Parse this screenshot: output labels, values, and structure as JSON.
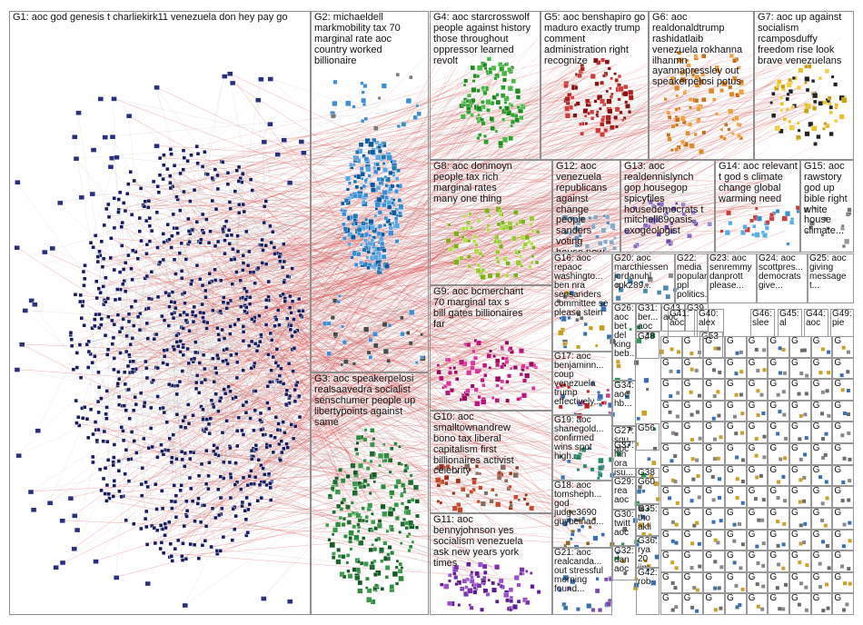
{
  "groups": [
    {
      "id": "G1",
      "label": "G1: aoc god genesis t charliekirk11 venezuela don hey pay go",
      "color": "#1b1f6b"
    },
    {
      "id": "G2",
      "label": "G2: michaeldell\nmarkmobility tax 70\nmarginal rate aoc\ncountry worked\nbillionaire",
      "color": "#2c7fc4"
    },
    {
      "id": "G3",
      "label": "G3: aoc speakerpelosi\nrealsaavedra socialist\nsenschumer people up\nlibertypoints against\nsame",
      "color": "#1f6b2e"
    },
    {
      "id": "G4",
      "label": "G4: aoc starcrosswolf\npeople against history\nthose throughout\noppressor learned\nrevolt",
      "color": "#2fa02f"
    },
    {
      "id": "G5",
      "label": "G5: aoc benshapiro go\nmaduro exactly trump\ncomment\nadministration right\nrecognize",
      "color": "#b01e1e"
    },
    {
      "id": "G6",
      "label": "G6: aoc\nrealdonaldtrump\nrashidatlaib\nvenezuela rokhanna\nilhanmn\nayannapressley out\nspeakerpelosi potus",
      "color": "#e08a2a"
    },
    {
      "id": "G7",
      "label": "G7: aoc up against\nsocialism\nrcamposduffy\nfreedom rise look\nbrave venezuelans",
      "color": "#e8c21f"
    },
    {
      "id": "G8",
      "label": "G8: aoc donmoyn\npeople tax rich\nmarginal rates\nmany one thing",
      "color": "#9bc92f"
    },
    {
      "id": "G9",
      "label": "G9: aoc bcmerchant\n70 marginal tax s\nbill gates billionaires\nfar",
      "color": "#c0157c"
    },
    {
      "id": "G10",
      "label": "G10: aoc\nsmalltownandrew\nbono tax liberal\ncapitalism first\nbillionaires activist\ncelebrity",
      "color": "#d42a2a"
    },
    {
      "id": "G11",
      "label": "G11: aoc\nbennyjohnson yes\nsocialism venezuela\nask new years york\ntimes",
      "color": "#7b2fb5"
    },
    {
      "id": "G12",
      "label": "G12: aoc\nvenezuela\nrepublicans against\nchange people\nsanders voting\nhouse now",
      "color": "#6b8fb0"
    },
    {
      "id": "G13",
      "label": "G13: aoc\nrealdennislynch\ngop housegop\nspicyfiles\nhousedemocrats t\nmitchell89oasis\nexogeologist",
      "color": "#8a6bc4"
    },
    {
      "id": "G14",
      "label": "G14: aoc relevant\nt god s climate\nchange global\nwarming need",
      "color": "#3a8fd4"
    },
    {
      "id": "G15",
      "label": "G15: aoc\nrawstory\ngod up\nbible right\nwhite\nhouse\nclimate...",
      "color": "#777777"
    }
  ],
  "mini_groups": [
    {
      "id": "G16",
      "label": "G16: aoc\nrepaoc\nwashingto...\nben nra\nsensanders\ncommittee se\nplease stein"
    },
    {
      "id": "G20",
      "label": "G20: aoc\nmarcthiessen\njordanuhl\ncpk289..."
    },
    {
      "id": "G22",
      "label": "G22:\nmedia\npopular ppl\npolitics..."
    },
    {
      "id": "G23",
      "label": "G23: aoc\nsenremmy\ndanprott\nplease..."
    },
    {
      "id": "G24",
      "label": "G24: aoc\nscottpres...\ndemocrats\ngive..."
    },
    {
      "id": "G25",
      "label": "G25: aoc\ngiving\nmessage\nt..."
    },
    {
      "id": "G17",
      "label": "G17: aoc\nbenjaminn...\ncoup\nvenezuela\ntrump\neffectively..."
    },
    {
      "id": "G19",
      "label": "G19: aoc\nshanegold...\nconfirmed\nwins spot\nhigh..."
    },
    {
      "id": "G18",
      "label": "G18: aoc\ntomsheph...\ngod\njudge3690\nguybeinad..."
    },
    {
      "id": "G21",
      "label": "G21: aoc\nrealcanda...\nout stressful\nmorning\nfound..."
    },
    {
      "id": "G26",
      "label": "G26:\naoc\nbet\ndel\nking\nbeb..."
    },
    {
      "id": "G31",
      "label": "G31:\nber...\naoc"
    },
    {
      "id": "G43",
      "label": "G43\naoc"
    },
    {
      "id": "G34",
      "label": "G34:\naoc\nhb..."
    },
    {
      "id": "G27",
      "label": "G27:\nsqu...\naoc"
    },
    {
      "id": "G33",
      "label": "G33:\naoc\ntra..."
    },
    {
      "id": "G37",
      "label": "G37:\nhin\nora\nisu..."
    },
    {
      "id": "G28",
      "label": "G28:\naoc\nkate\nissu..."
    },
    {
      "id": "G29",
      "label": "G29:\nrea\naoc"
    },
    {
      "id": "G35",
      "label": "G35:\ntho\nakli"
    },
    {
      "id": "G30",
      "label": "G30:\ntwitt\naoc"
    },
    {
      "id": "G36",
      "label": "G36:\nrya\n20\njim"
    },
    {
      "id": "G32",
      "label": "G32:\ndan\naoc"
    },
    {
      "id": "G42",
      "label": "G42:\nrob"
    },
    {
      "id": "G38",
      "label": "G38"
    },
    {
      "id": "G39",
      "label": "G39"
    },
    {
      "id": "G40",
      "label": "G40:\nalex"
    },
    {
      "id": "G41",
      "label": "G41:\naoc"
    },
    {
      "id": "G46",
      "label": "G46:\nslee"
    },
    {
      "id": "G45",
      "label": "G45:\nal"
    },
    {
      "id": "G44",
      "label": "G44:\naoc"
    },
    {
      "id": "G49",
      "label": "G49:\npie"
    },
    {
      "id": "G48",
      "label": "G48"
    },
    {
      "id": "G53",
      "label": "G53"
    },
    {
      "id": "G56",
      "label": "G56"
    },
    {
      "id": "G60",
      "label": "G60"
    }
  ],
  "tiny_label": "G"
}
